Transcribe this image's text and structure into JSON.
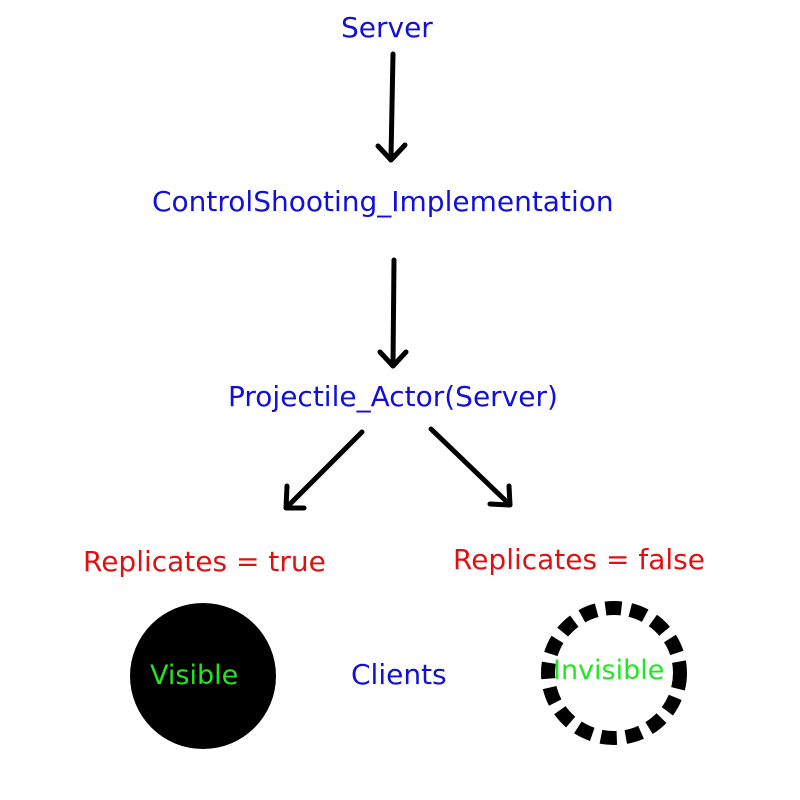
{
  "nodes": {
    "server": "Server",
    "implementation": "ControlShooting_Implementation",
    "projectile": "Projectile_Actor(Server)",
    "replicates_true": "Replicates = true",
    "replicates_false": "Replicates = false",
    "clients": "Clients"
  },
  "circles": {
    "visible": "Visible",
    "invisible": "Invisible"
  },
  "colors": {
    "node_text": "#1010d8",
    "condition_text": "#e01010",
    "state_text": "#1ee81e",
    "arrow": "#000000"
  }
}
